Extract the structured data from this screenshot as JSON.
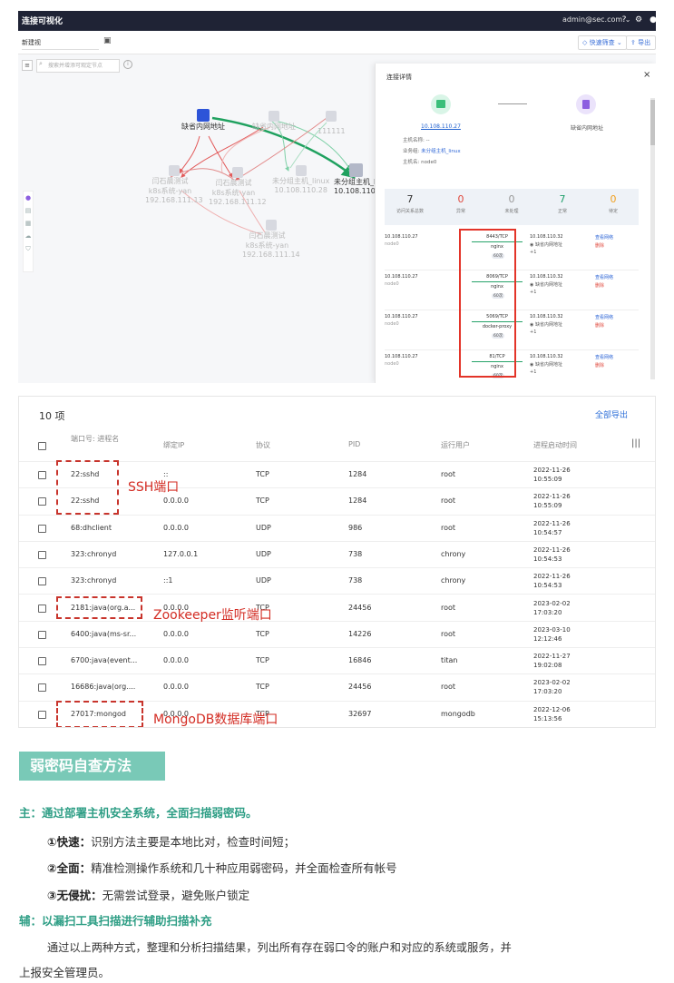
{
  "topbar": {
    "title": "连接可视化",
    "user": "admin@sec.com",
    "user_caret": "⌄",
    "help_icon": "question-icon",
    "settings_icon": "gear-icon"
  },
  "toolbar": {
    "view": "新建视",
    "save_icon": "save-icon",
    "quick_filter": "快速筛查",
    "export": "导出"
  },
  "canvas": {
    "search_placeholder": "搜索并增添可观定节点",
    "nodes": [
      {
        "label": "缺省内网地址",
        "ip": ""
      },
      {
        "label": "未分组主机_linux",
        "ip": "10.108.110.28"
      },
      {
        "label": "未分组主机_li",
        "ip": "10.108.110."
      },
      {
        "label": "111111",
        "ip": ""
      },
      {
        "label": "闫石晨测试 k8s系统-yan",
        "ip": "192.168.111.13"
      },
      {
        "label": "闫石晨测试 k8s系统-yan",
        "ip": "192.168.111.12"
      },
      {
        "label": "闫石晨测试 k8s系统-yan",
        "ip": "192.168.111.14"
      },
      {
        "label": "缺省内网地址",
        "ip": ""
      }
    ]
  },
  "drawer": {
    "title": "连接详情",
    "close": "×",
    "source_ip": "10.108.110.27",
    "dest_label": "缺省内网地址",
    "info": [
      {
        "k": "主机名称:",
        "v": "--"
      },
      {
        "k": "业务组:",
        "v": "未分组主机_linux"
      },
      {
        "k": "主机名:",
        "v": "node0"
      }
    ],
    "stats": [
      {
        "num": "7",
        "label": "访问关系总数",
        "color": "#333333"
      },
      {
        "num": "0",
        "label": "异常",
        "color": "#e0493d"
      },
      {
        "num": "0",
        "label": "未处理",
        "color": "#999999"
      },
      {
        "num": "7",
        "label": "正常",
        "color": "#1f9f6a"
      },
      {
        "num": "0",
        "label": "待定",
        "color": "#f0a020"
      }
    ],
    "connections": [
      {
        "src": "10.108.110.27",
        "src_sub": "node0",
        "port": "8443/TCP",
        "proc": "nginx",
        "count": "60次",
        "dst": "10.108.110.32",
        "dst_sub": "缺省内网地址",
        "plus": "+1",
        "link": "查看网络",
        "del": "删除"
      },
      {
        "src": "10.108.110.27",
        "src_sub": "node0",
        "port": "8069/TCP",
        "proc": "nginx",
        "count": "60次",
        "dst": "10.108.110.32",
        "dst_sub": "缺省内网地址",
        "plus": "+1",
        "link": "查看网络",
        "del": "删除"
      },
      {
        "src": "10.108.110.27",
        "src_sub": "node0",
        "port": "5069/TCP",
        "proc": "docker-proxy",
        "count": "60次",
        "dst": "10.108.110.32",
        "dst_sub": "缺省内网地址",
        "plus": "+1",
        "link": "查看网络",
        "del": "删除"
      },
      {
        "src": "10.108.110.27",
        "src_sub": "node0",
        "port": "81/TCP",
        "proc": "nginx",
        "count": "60次",
        "dst": "10.108.110.32",
        "dst_sub": "缺省内网地址",
        "plus": "+1",
        "link": "查看网络",
        "del": "删除"
      }
    ]
  },
  "table": {
    "count_label": "10 项",
    "export_all": "全部导出",
    "headers": [
      "端口号: 进程名",
      "绑定IP",
      "协议",
      "PID",
      "运行用户",
      "进程启动时间"
    ],
    "rows": [
      {
        "port": "22:sshd",
        "ip": "::",
        "proto": "TCP",
        "pid": "1284",
        "user": "root",
        "date": "2022-11-26",
        "time": "10:55:09"
      },
      {
        "port": "22:sshd",
        "ip": "0.0.0.0",
        "proto": "TCP",
        "pid": "1284",
        "user": "root",
        "date": "2022-11-26",
        "time": "10:55:09"
      },
      {
        "port": "68:dhclient",
        "ip": "0.0.0.0",
        "proto": "UDP",
        "pid": "986",
        "user": "root",
        "date": "2022-11-26",
        "time": "10:54:57"
      },
      {
        "port": "323:chronyd",
        "ip": "127.0.0.1",
        "proto": "UDP",
        "pid": "738",
        "user": "chrony",
        "date": "2022-11-26",
        "time": "10:54:53"
      },
      {
        "port": "323:chronyd",
        "ip": "::1",
        "proto": "UDP",
        "pid": "738",
        "user": "chrony",
        "date": "2022-11-26",
        "time": "10:54:53"
      },
      {
        "port": "2181:java(org.a...",
        "ip": "0.0.0.0",
        "proto": "TCP",
        "pid": "24456",
        "user": "root",
        "date": "2023-02-02",
        "time": "17:03:20"
      },
      {
        "port": "6400:java(ms-sr...",
        "ip": "0.0.0.0",
        "proto": "TCP",
        "pid": "14226",
        "user": "root",
        "date": "2023-03-10",
        "time": "12:12:46"
      },
      {
        "port": "6700:java(event...",
        "ip": "0.0.0.0",
        "proto": "TCP",
        "pid": "16846",
        "user": "titan",
        "date": "2022-11-27",
        "time": "19:02:08"
      },
      {
        "port": "16686:java(org....",
        "ip": "0.0.0.0",
        "proto": "TCP",
        "pid": "24456",
        "user": "root",
        "date": "2023-02-02",
        "time": "17:03:20"
      },
      {
        "port": "27017:mongod",
        "ip": "0.0.0.0",
        "proto": "TCP",
        "pid": "32697",
        "user": "mongodb",
        "date": "2022-12-06",
        "time": "15:13:56"
      }
    ],
    "annotations": {
      "ssh": "SSH端口",
      "zookeeper": "Zookeeper监听端口",
      "mongodb": "MongoDB数据库端口"
    }
  },
  "article": {
    "heading": "弱密码自查方法",
    "main": "主：通过部署主机安全系统，全面扫描弱密码。",
    "items": [
      {
        "title": "①快速：",
        "text": "识别方法主要是本地比对，检查时间短；"
      },
      {
        "title": "②全面：",
        "text": "精准检测操作系统和几十种应用弱密码，并全面检查所有帐号"
      },
      {
        "title": "③无侵扰：",
        "text": "无需尝试登录，避免账户锁定"
      }
    ],
    "aux": "辅：以漏扫工具扫描进行辅助扫描补充",
    "para_line1": "通过以上两种方式，整理和分析扫描结果，列出所有存在弱口令的账户和对应的系统或服务，并",
    "para_line2": "上报安全管理员。"
  },
  "colors": {
    "accent": "#2e6fd8",
    "annotation_red": "#d32c23",
    "heading_teal": "#79c9b7",
    "text_teal": "#2e9e85"
  }
}
